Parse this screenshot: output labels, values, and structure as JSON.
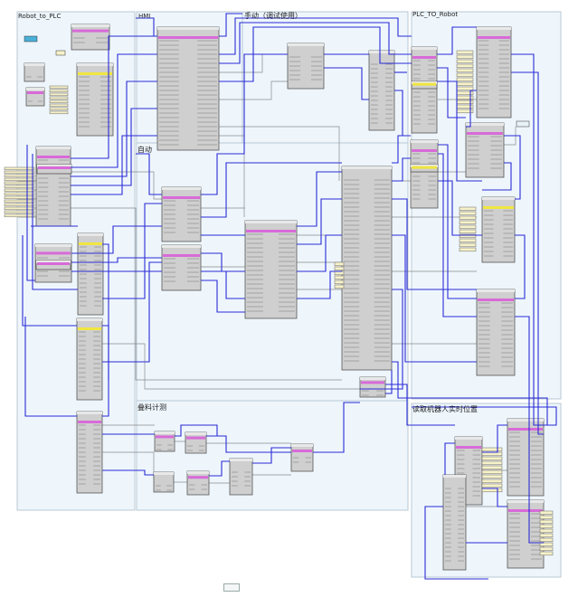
{
  "window": {
    "background": "#ffffff"
  },
  "colors": {
    "section_fill": "#eef6fc",
    "section_border": "#b8c8d4",
    "block_fill": "#cfcfcf",
    "block_border": "#555555",
    "wire_primary": "#2b2bd6",
    "wire_secondary": "#8a8a8a",
    "header_magenta": "#d86ad8",
    "header_yellow": "#f0e640",
    "connector_fill": "#f6f1c8"
  },
  "sections": [
    {
      "id": "robot_to_plc",
      "label": "Robot_to_PLC"
    },
    {
      "id": "hmi",
      "label": "HMI"
    },
    {
      "id": "manual",
      "label": "手动（调试使用）"
    },
    {
      "id": "plc_to_robot",
      "label": "PLC_TO_Robot"
    },
    {
      "id": "auto",
      "label": "自动"
    },
    {
      "id": "stack_count",
      "label": "叠料计测"
    },
    {
      "id": "robot_position",
      "label": "读取机器人实时位置"
    }
  ],
  "blocks": [
    {
      "id": "b1",
      "header": "magenta"
    },
    {
      "id": "b2",
      "header": "none"
    },
    {
      "id": "b3",
      "header": "none"
    },
    {
      "id": "b4",
      "header": "magenta"
    },
    {
      "id": "b5",
      "header": "magenta"
    },
    {
      "id": "b6",
      "header": "magenta"
    },
    {
      "id": "b7",
      "header": "magenta"
    },
    {
      "id": "b8",
      "header": "yellow"
    },
    {
      "id": "b9",
      "header": "magenta"
    },
    {
      "id": "b10",
      "header": "none"
    },
    {
      "id": "b11",
      "header": "magenta"
    },
    {
      "id": "b12",
      "header": "magenta"
    },
    {
      "id": "b13",
      "header": "magenta"
    },
    {
      "id": "b14",
      "header": "yellow"
    },
    {
      "id": "b15",
      "header": "magenta"
    },
    {
      "id": "b16",
      "header": "magenta"
    },
    {
      "id": "b17",
      "header": "yellow"
    },
    {
      "id": "b18",
      "header": "magenta"
    },
    {
      "id": "b19",
      "header": "yellow"
    },
    {
      "id": "b20",
      "header": "none"
    },
    {
      "id": "b21",
      "header": "magenta"
    },
    {
      "id": "b22",
      "header": "magenta"
    },
    {
      "id": "b23",
      "header": "magenta"
    },
    {
      "id": "b24",
      "header": "magenta"
    },
    {
      "id": "b25",
      "header": "none"
    },
    {
      "id": "b26",
      "header": "magenta"
    },
    {
      "id": "b27",
      "header": "none"
    },
    {
      "id": "b28",
      "header": "magenta"
    },
    {
      "id": "b29",
      "header": "magenta"
    },
    {
      "id": "b30",
      "header": "magenta"
    },
    {
      "id": "b31",
      "header": "none"
    },
    {
      "id": "b32",
      "header": "magenta"
    },
    {
      "id": "b33",
      "header": "magenta"
    },
    {
      "id": "b34",
      "header": "magenta"
    },
    {
      "id": "b35",
      "header": "magenta"
    },
    {
      "id": "b36",
      "header": "yellow"
    },
    {
      "id": "b37",
      "header": "yellow"
    }
  ]
}
